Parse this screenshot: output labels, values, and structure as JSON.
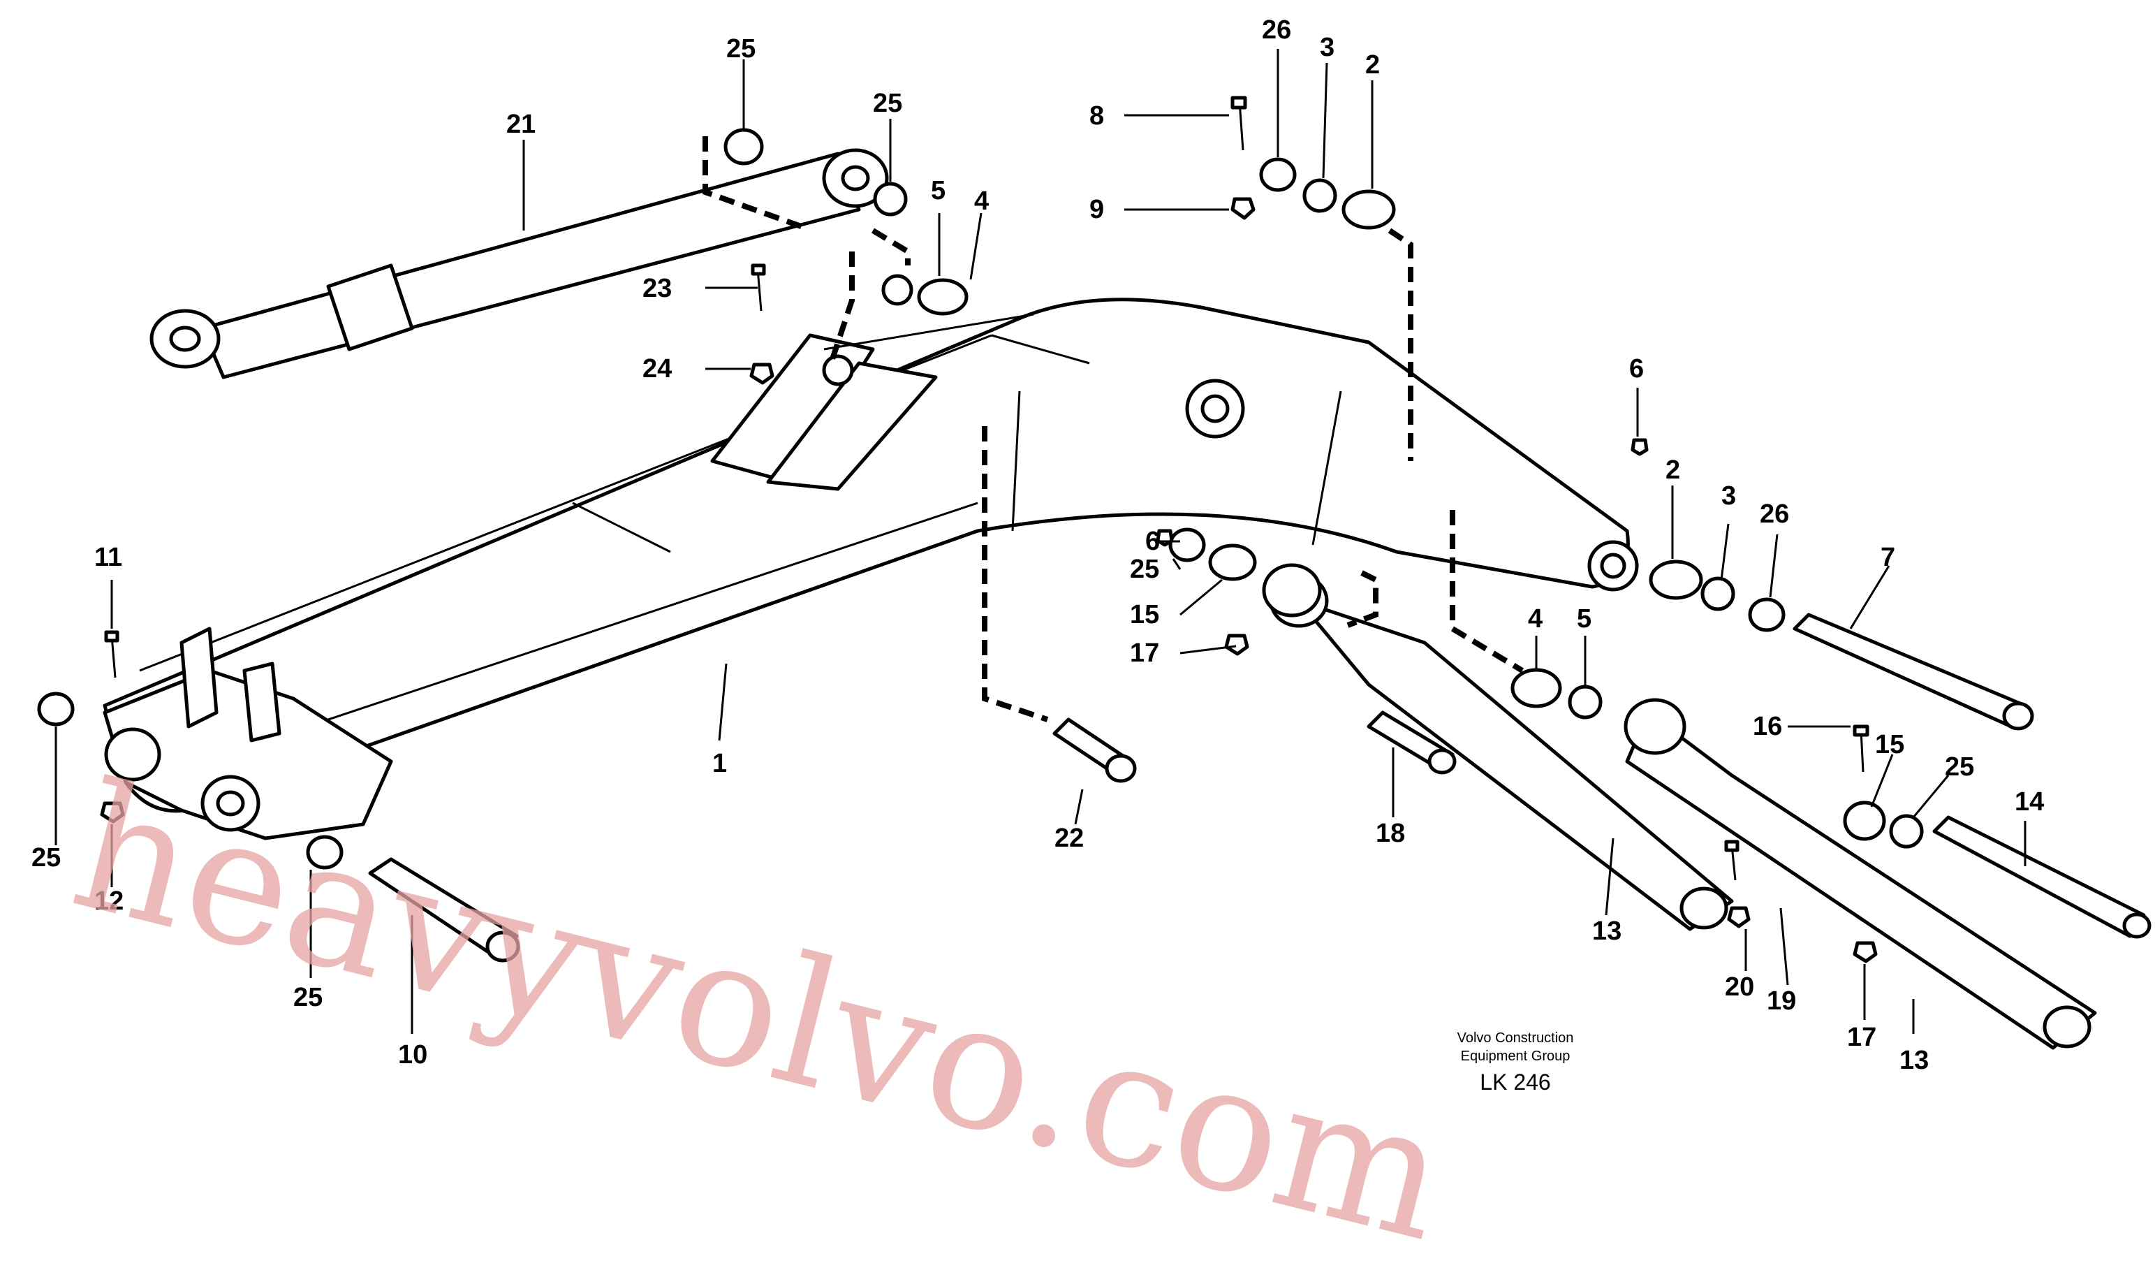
{
  "diagram": {
    "callouts": [
      "25",
      "21",
      "25",
      "5",
      "4",
      "23",
      "24",
      "8",
      "9",
      "26",
      "3",
      "2",
      "6",
      "2",
      "3",
      "26",
      "7",
      "6",
      "25",
      "15",
      "17",
      "4",
      "5",
      "16",
      "15",
      "25",
      "14",
      "25",
      "12",
      "1",
      "22",
      "18",
      "13",
      "20",
      "19",
      "17",
      "13",
      "25",
      "10",
      "11"
    ]
  },
  "stamp": {
    "line1": "Volvo Construction",
    "line2": "Equipment Group",
    "code": "LK 246"
  },
  "watermark": {
    "text": "heavyvolvo.com",
    "color": "#e8a4a4"
  }
}
